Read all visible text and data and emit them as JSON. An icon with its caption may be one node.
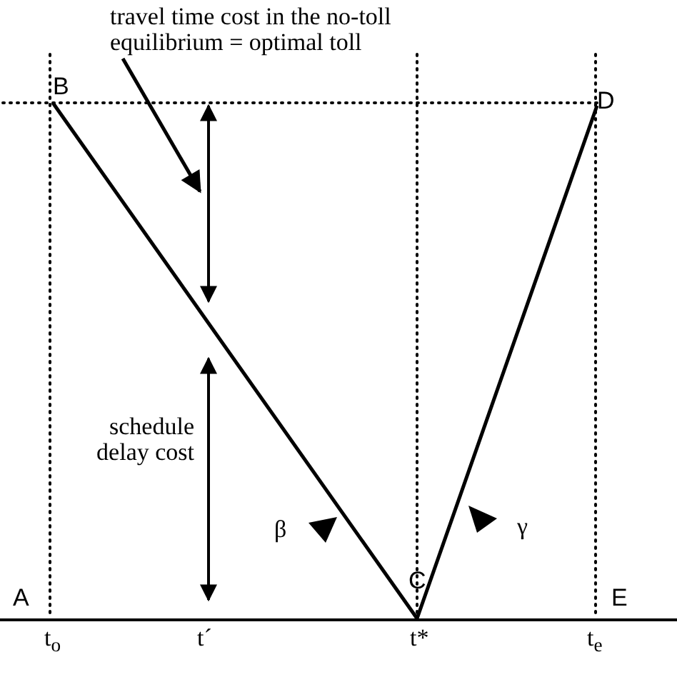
{
  "diagram": {
    "nodes": [
      {
        "text": [
          "travel time cost in the no-toll equilibrium = optimal toll"
        ]
      },
      {
        "text": [
          "B"
        ]
      },
      {
        "text": [
          "C"
        ]
      },
      {
        "text": [
          "D"
        ]
      }
    ],
    "edges": [
      {
        "from": 0,
        "to": null,
        "arrow": "to"
      },
      {
        "from": 1,
        "to": 2,
        "arrow": "none"
      },
      {
        "from": 2,
        "to": 3,
        "arrow": "none"
      }
    ],
    "labels": [
      "A",
      "E",
      "t$_{o}$",
      "t´",
      "t*",
      "t$_{e}$",
      "schedule delay cost",
      "β",
      "γ"
    ]
  }
}
